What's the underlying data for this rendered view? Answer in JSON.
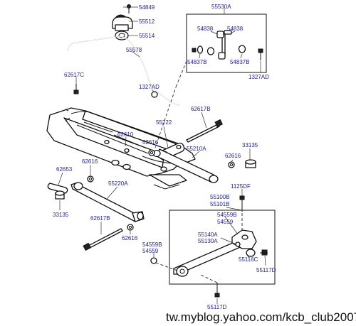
{
  "labels": {
    "l54849": "54849",
    "l55512": "55512",
    "l55514": "55514",
    "l55578": "55578",
    "l55530A": "55530A",
    "l54838a": "54838",
    "l54838b": "54838",
    "l54837Ba": "54837B",
    "l54837Bb": "54837B",
    "l1327ADa": "1327AD",
    "l1327ADb": "1327AD",
    "l62617Ca": "62617C",
    "l55222": "55222",
    "l62617Ba": "62617B",
    "l62610": "62610",
    "l62616a": "62616",
    "l55210A": "55210A",
    "l33135a": "33135",
    "l62616b": "62616",
    "l62653": "62653",
    "l62616c": "62616",
    "l55220A": "55220A",
    "l1125DF": "1125DF",
    "l33135b": "33135",
    "l55100B": "55100B",
    "l55101B": "55101B",
    "l54559Ba": "54559B",
    "l54559a": "54559",
    "l62617Bb": "62617B",
    "l62616d": "62616",
    "l55140A": "55140A",
    "l55130A": "55130A",
    "l54559Bb": "54559B",
    "l54559b": "54559",
    "l55116C": "55116C",
    "l55117Da": "55117D",
    "l55117Db": "55117D"
  },
  "watermark": "tw.myblog.yahoo.com/kcb_club2007"
}
